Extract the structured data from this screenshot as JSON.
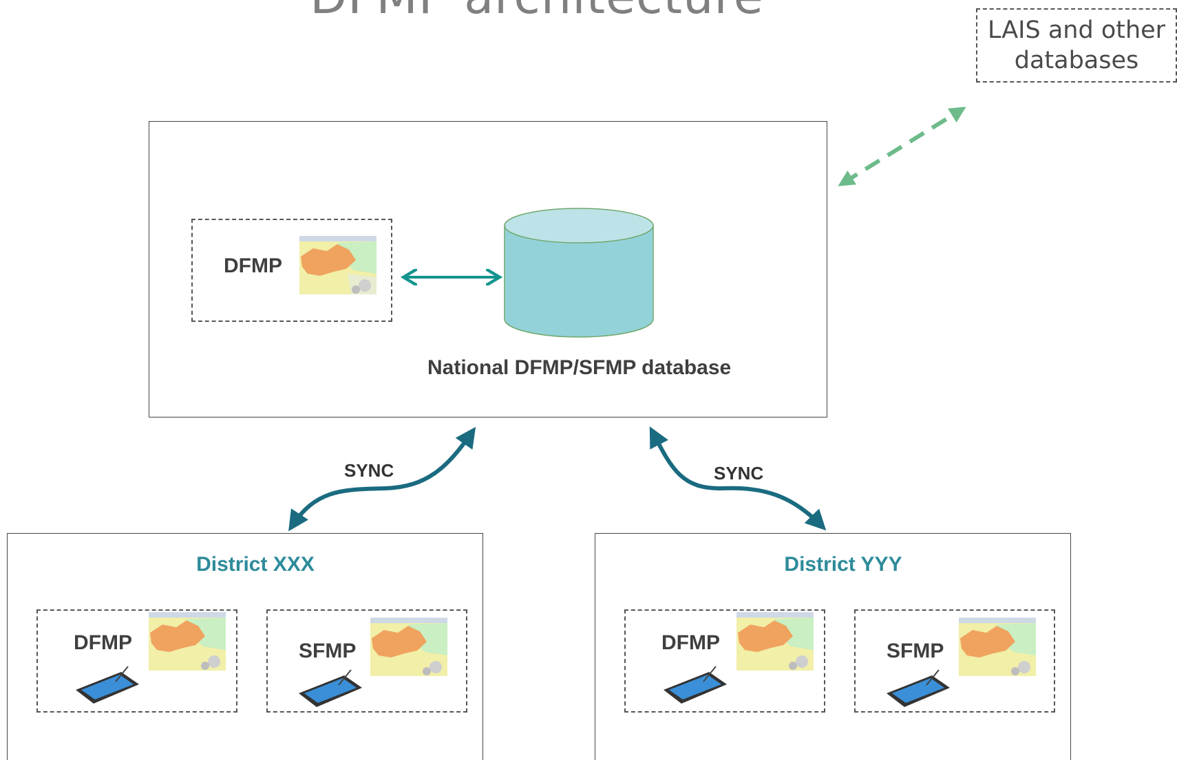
{
  "title": "DFMP architecture",
  "external_db": {
    "line1": "LAIS and other",
    "line2": "databases"
  },
  "national": {
    "module_label": "DFMP",
    "database_label": "National DFMP/SFMP database"
  },
  "sync_labels": [
    "SYNC",
    "SYNC"
  ],
  "districts": [
    {
      "name": "District XXX",
      "modules": [
        "DFMP",
        "SFMP"
      ]
    },
    {
      "name": "District YYY",
      "modules": [
        "DFMP",
        "SFMP"
      ]
    }
  ],
  "colors": {
    "db_fill": "#94d2d9",
    "db_top": "#bde3e8",
    "teal_arrow": "#14958e",
    "sync_arrow": "#1a6b80",
    "external_arrow": "#6dbb8a",
    "district_title": "#2e8b9a"
  },
  "icons": [
    "map-thumbnail-icon",
    "tablet-stylus-icon",
    "database-cylinder-icon"
  ]
}
